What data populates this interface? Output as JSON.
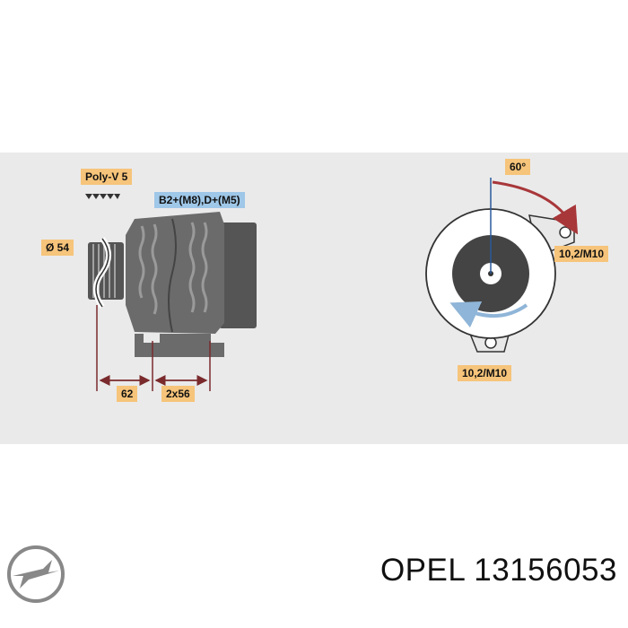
{
  "labels": {
    "poly_v": "Poly-V 5",
    "terminals": "B2+(M8),D+(M5)",
    "pulley_diameter": "Ø 54",
    "dim_pulley": "62",
    "dim_mount": "2x56",
    "angle": "60°",
    "mount_upper": "10,2/M10",
    "mount_lower": "10,2/M10"
  },
  "footer": {
    "brand": "OPEL",
    "part_number": "13156053",
    "logo_name": "opel-logo"
  },
  "colors": {
    "tag_orange": "#f6c47a",
    "tag_blue": "#9fc7e8",
    "arrow_red": "#a8373a",
    "dim_line": "#7a2a2c",
    "body_gray": "#6b6b6b",
    "rotation_blue": "#8fb5d8"
  }
}
